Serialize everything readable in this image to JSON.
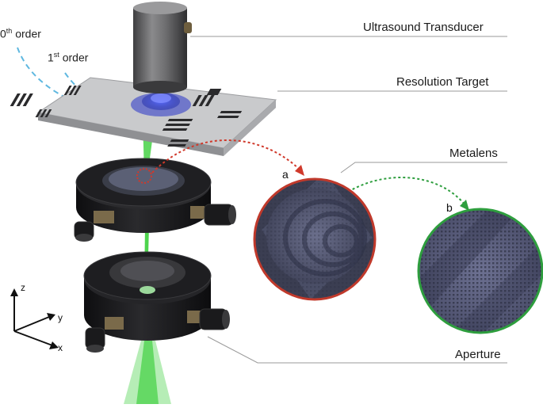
{
  "labels": {
    "transducer": "Ultrasound Transducer",
    "target": "Resolution Target",
    "metalens": "Metalens",
    "aperture": "Aperture"
  },
  "orders": {
    "zero": {
      "number": "0",
      "suffix": "th",
      "word": "order"
    },
    "first": {
      "number": "1",
      "suffix": "st",
      "word": "order"
    }
  },
  "axes": {
    "z": "z",
    "y": "y",
    "x": "x"
  },
  "insets": {
    "a": "a",
    "b": "b"
  },
  "colors": {
    "laser": "#2ecc2e",
    "ultrasound": "#3a4fd8",
    "inset_a_border": "#c0392b",
    "inset_b_border": "#2e9e3e",
    "order_dash": "#5fb8e0",
    "mount": "#1c1c1e"
  }
}
